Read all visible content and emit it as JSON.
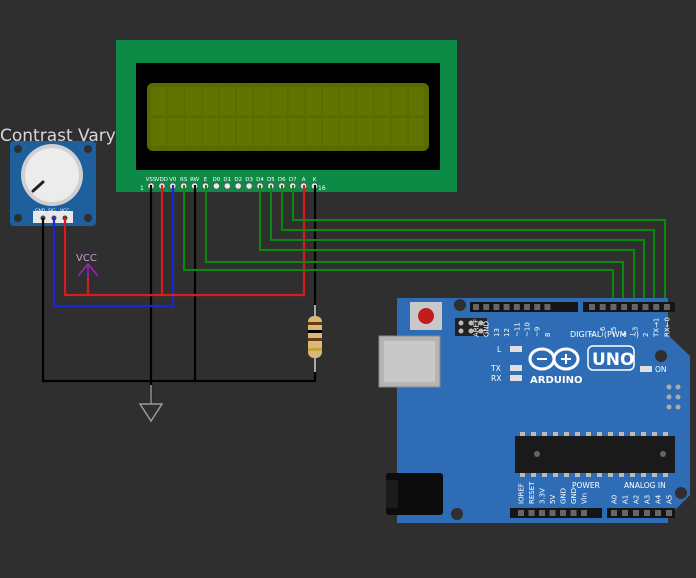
{
  "potentiometer": {
    "title": "Contrast Vary",
    "pins": [
      "GND",
      "SIG",
      "VCC"
    ]
  },
  "power_label": "VCC",
  "lcd": {
    "pins": [
      "VSS",
      "VDD",
      "V0",
      "RS",
      "RW",
      "E",
      "D0",
      "D1",
      "D2",
      "D3",
      "D4",
      "D5",
      "D6",
      "D7",
      "A",
      "K"
    ],
    "first_pin_number": "1",
    "last_pin_number": "16"
  },
  "arduino": {
    "digital_pins": [
      "AREF",
      "GND",
      "13",
      "12",
      "~11",
      "~10",
      "~9",
      "8",
      "7",
      "~6",
      "~5",
      "4",
      "~3",
      "2",
      "TX→1",
      "RX←0"
    ],
    "digital_label": "DIGITAL (PWM ~)",
    "brand": "ARDUINO",
    "model": "UNO",
    "led_l": "L",
    "led_tx": "TX",
    "led_rx": "RX",
    "led_on": "ON",
    "power_pins": [
      "IOREF",
      "RESET",
      "3.3V",
      "5V",
      "GND",
      "GND",
      "Vin"
    ],
    "power_label": "POWER",
    "analog_pins": [
      "A0",
      "A1",
      "A2",
      "A3",
      "A4",
      "A5"
    ],
    "analog_label": "ANALOG IN"
  },
  "colors": {
    "background": "#2f2f2f",
    "lcd_board": "#0d8a45",
    "lcd_screen": "#5a6b00",
    "arduino_board": "#2e6db5",
    "wire_green": "#0a8a0a",
    "wire_red": "#d61c1c",
    "wire_blue": "#1a25d6",
    "wire_black": "#000000",
    "ground_symbol": "#9a9a9a",
    "vcc_symbol": "#a020c0"
  }
}
